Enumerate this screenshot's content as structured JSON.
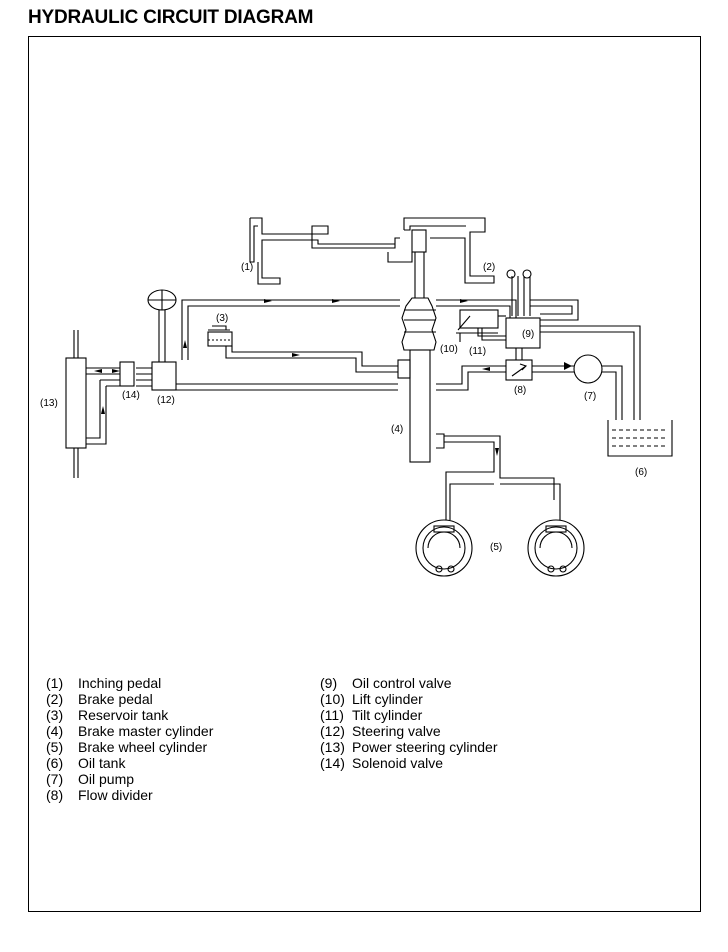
{
  "title": "HYDRAULIC CIRCUIT DIAGRAM",
  "callouts": {
    "c1": "(1)",
    "c2": "(2)",
    "c3": "(3)",
    "c4": "(4)",
    "c5": "(5)",
    "c6": "(6)",
    "c7": "(7)",
    "c8": "(8)",
    "c9": "(9)",
    "c10": "(10)",
    "c11": "(11)",
    "c12": "(12)",
    "c13": "(13)",
    "c14": "(14)"
  },
  "legend": {
    "left": [
      {
        "num": "(1)",
        "label": "Inching pedal"
      },
      {
        "num": "(2)",
        "label": "Brake pedal"
      },
      {
        "num": "(3)",
        "label": "Reservoir tank"
      },
      {
        "num": "(4)",
        "label": "Brake master cylinder"
      },
      {
        "num": "(5)",
        "label": "Brake wheel cylinder"
      },
      {
        "num": "(6)",
        "label": "Oil tank"
      },
      {
        "num": "(7)",
        "label": "Oil pump"
      },
      {
        "num": "(8)",
        "label": "Flow divider"
      }
    ],
    "right": [
      {
        "num": "(9)",
        "label": "Oil control valve"
      },
      {
        "num": "(10)",
        "label": "Lift cylinder"
      },
      {
        "num": "(11)",
        "label": "Tilt cylinder"
      },
      {
        "num": "(12)",
        "label": "Steering valve"
      },
      {
        "num": "(13)",
        "label": "Power steering cylinder"
      },
      {
        "num": "(14)",
        "label": "Solenoid valve"
      }
    ]
  }
}
